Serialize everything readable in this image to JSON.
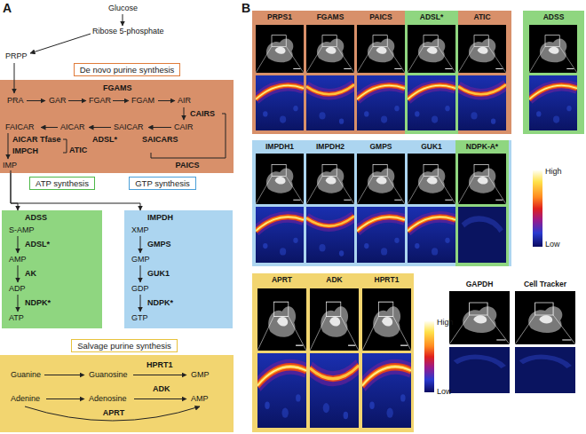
{
  "diagram": {
    "nodes": [
      {
        "text": [
          "De novo purine synthesis"
        ]
      },
      {
        "text": [
          "FGAMS",
          "PRA",
          "GAR",
          "FGAR",
          "FGAM",
          "AIR",
          "CAIRS",
          "FAICAR",
          "AICAR",
          "SAICAR",
          "CAIR",
          "AICAR Tfase",
          "ADSL*",
          "SAICARS",
          "IMPCH",
          "ATIC",
          "IMP",
          "PAICS"
        ]
      },
      {
        "text": [
          "ATP synthesis"
        ]
      },
      {
        "text": [
          "GTP synthesis"
        ]
      },
      {
        "text": [
          "ADSS",
          "S-AMP",
          "ADSL*",
          "AMP",
          "AK",
          "ADP",
          "NDPK*",
          "ATP"
        ]
      },
      {
        "text": [
          "IMPDH",
          "XMP",
          "GMPS",
          "GMP",
          "GUK1",
          "GDP",
          "NDPK*",
          "GTP"
        ]
      },
      {
        "text": [
          "Salvage purine synthesis"
        ]
      },
      {
        "text": [
          "HPRT1",
          "Guanine",
          "Guanosine",
          "GMP",
          "ADK",
          "Adenine",
          "Adenosine",
          "AMP",
          "APRT"
        ]
      },
      {
        "text": [
          "PRPS1",
          "FGAMS",
          "PAICS",
          "ATIC"
        ]
      },
      {
        "text": [
          "ADSL*"
        ],
        "in": 8
      },
      {
        "text": [
          "ADSS"
        ]
      },
      {
        "text": [
          "IMPDH1",
          "IMPDH2",
          "GMPS",
          "GUK1"
        ]
      },
      {
        "text": [
          "NDPK-A*"
        ],
        "in": 11
      },
      {
        "text": [
          "APRT",
          "ADK",
          "HPRT1"
        ]
      }
    ],
    "edges": [
      {
        "from": 1,
        "to": 4,
        "arrow": "to"
      },
      {
        "from": 1,
        "to": 5,
        "arrow": "to"
      }
    ],
    "labels": [
      "A",
      "Glucose",
      "Ribose 5-phosphate",
      "PRPP",
      "B",
      "High",
      "Low",
      "High",
      "Low",
      "GAPDH",
      "Cell Tracker"
    ]
  }
}
